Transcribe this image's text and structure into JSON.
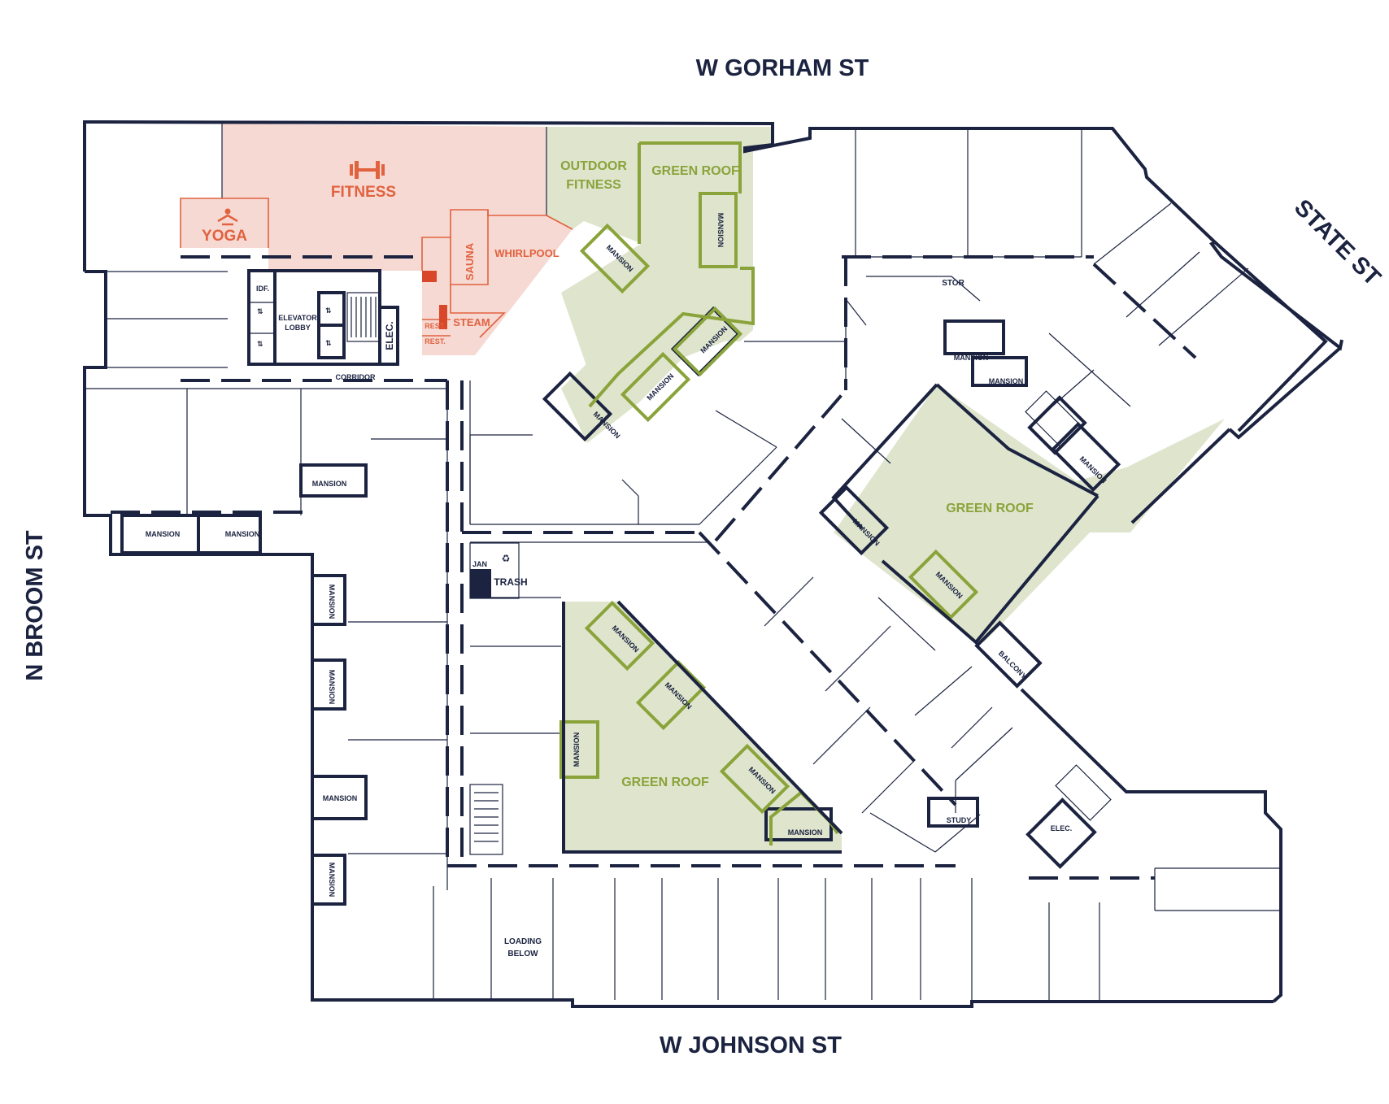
{
  "streets": {
    "north": "W GORHAM ST",
    "south": "W JOHNSON ST",
    "west": "N BROOM ST",
    "east": "STATE ST"
  },
  "amenities": {
    "fitness": "FITNESS",
    "yoga": "YOGA",
    "whirlpool": "WHIRLPOOL",
    "sauna": "SAUNA",
    "steam": "STEAM",
    "rest_1": "REST.",
    "rest_2": "REST.",
    "outdoor_fitness_1": "OUTDOOR",
    "outdoor_fitness_2": "FITNESS"
  },
  "green_roofs": {
    "north": "GREEN ROOF",
    "center": "GREEN ROOF",
    "south": "GREEN ROOF"
  },
  "rooms": {
    "idf": "IDF.",
    "elevator_lobby_1": "ELEVATOR",
    "elevator_lobby_2": "LOBBY",
    "elec_west": "ELEC.",
    "corridor": "CORRIDOR",
    "stor": "STOR",
    "jan": "JAN",
    "trash": "TRASH",
    "loading_1": "LOADING",
    "loading_2": "BELOW",
    "balcony": "BALCONY",
    "study": "STUDY",
    "elec_east": "ELEC."
  },
  "mansion_label": "MANSION",
  "colors": {
    "wall": "#1b2340",
    "amenity_fill": "#f7d9d3",
    "amenity_text": "#e0623f",
    "amenity_accent": "#d9472b",
    "green_fill": "#dfe5cd",
    "green_text": "#8aa33a"
  },
  "icons": [
    "dumbbell-icon",
    "yoga-icon",
    "recycle-icon",
    "elevator-icon",
    "stair-icon"
  ]
}
